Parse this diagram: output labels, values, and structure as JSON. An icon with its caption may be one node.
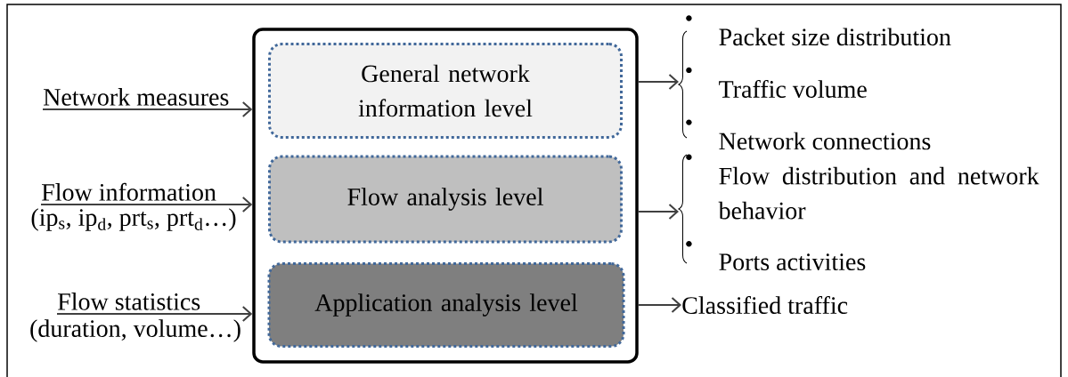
{
  "diagram": {
    "nodes": [
      {
        "text": [
          "Network measures"
        ]
      },
      {
        "text": [
          "Flow information"
        ],
        "beside": [
          "(ip$_{s}$, ip$_{d}$, prt$_{s}$, prt$_{d}$…)"
        ]
      },
      {
        "text": [
          "Flow statistics"
        ],
        "beside": [
          "(duration, volume…)"
        ]
      },
      {
        "text": [],
        "shape": "box"
      },
      {
        "text": [
          "General network information level"
        ],
        "in": 3
      },
      {
        "text": [
          "Flow analysis level"
        ],
        "in": 3
      },
      {
        "text": [
          "Application analysis level"
        ],
        "in": 3
      },
      {
        "text": [
          "Packet size distribution",
          "Traffic volume",
          "Network connections"
        ]
      },
      {
        "text": [
          "Flow distribution and network behavior",
          "Ports activities"
        ]
      },
      {
        "text": [
          "Classified traffic"
        ]
      }
    ],
    "edges": [
      {
        "from": 0,
        "to": 3,
        "arrow": "to"
      },
      {
        "from": 1,
        "to": 3,
        "arrow": "to"
      },
      {
        "from": 2,
        "to": 3,
        "arrow": "to"
      },
      {
        "from": 3,
        "to": 7,
        "arrow": "to"
      },
      {
        "from": 3,
        "to": 8,
        "arrow": "to"
      },
      {
        "from": 3,
        "to": 9,
        "arrow": "to"
      }
    ]
  }
}
